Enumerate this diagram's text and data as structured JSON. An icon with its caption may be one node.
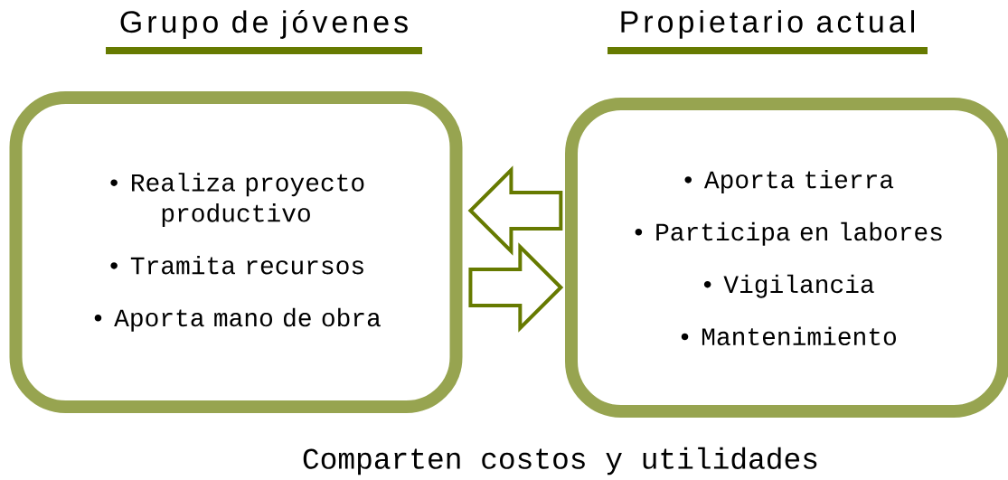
{
  "diagram": {
    "nodes": [
      {
        "text": [
          "Grupo de jóvenes",
          "• Realiza proyecto productivo",
          "• Tramita recursos",
          "• Aporta mano de obra"
        ]
      },
      {
        "text": [
          "Propietario actual",
          "• Aporta tierra",
          "• Participa en labores",
          "• Vigilancia",
          "• Mantenimiento"
        ]
      }
    ],
    "edges": [
      {
        "from": 1,
        "to": 0,
        "arrow": "to"
      },
      {
        "from": 0,
        "to": 1,
        "arrow": "to"
      }
    ],
    "labels": [
      "Comparten costos y utilidades"
    ]
  }
}
